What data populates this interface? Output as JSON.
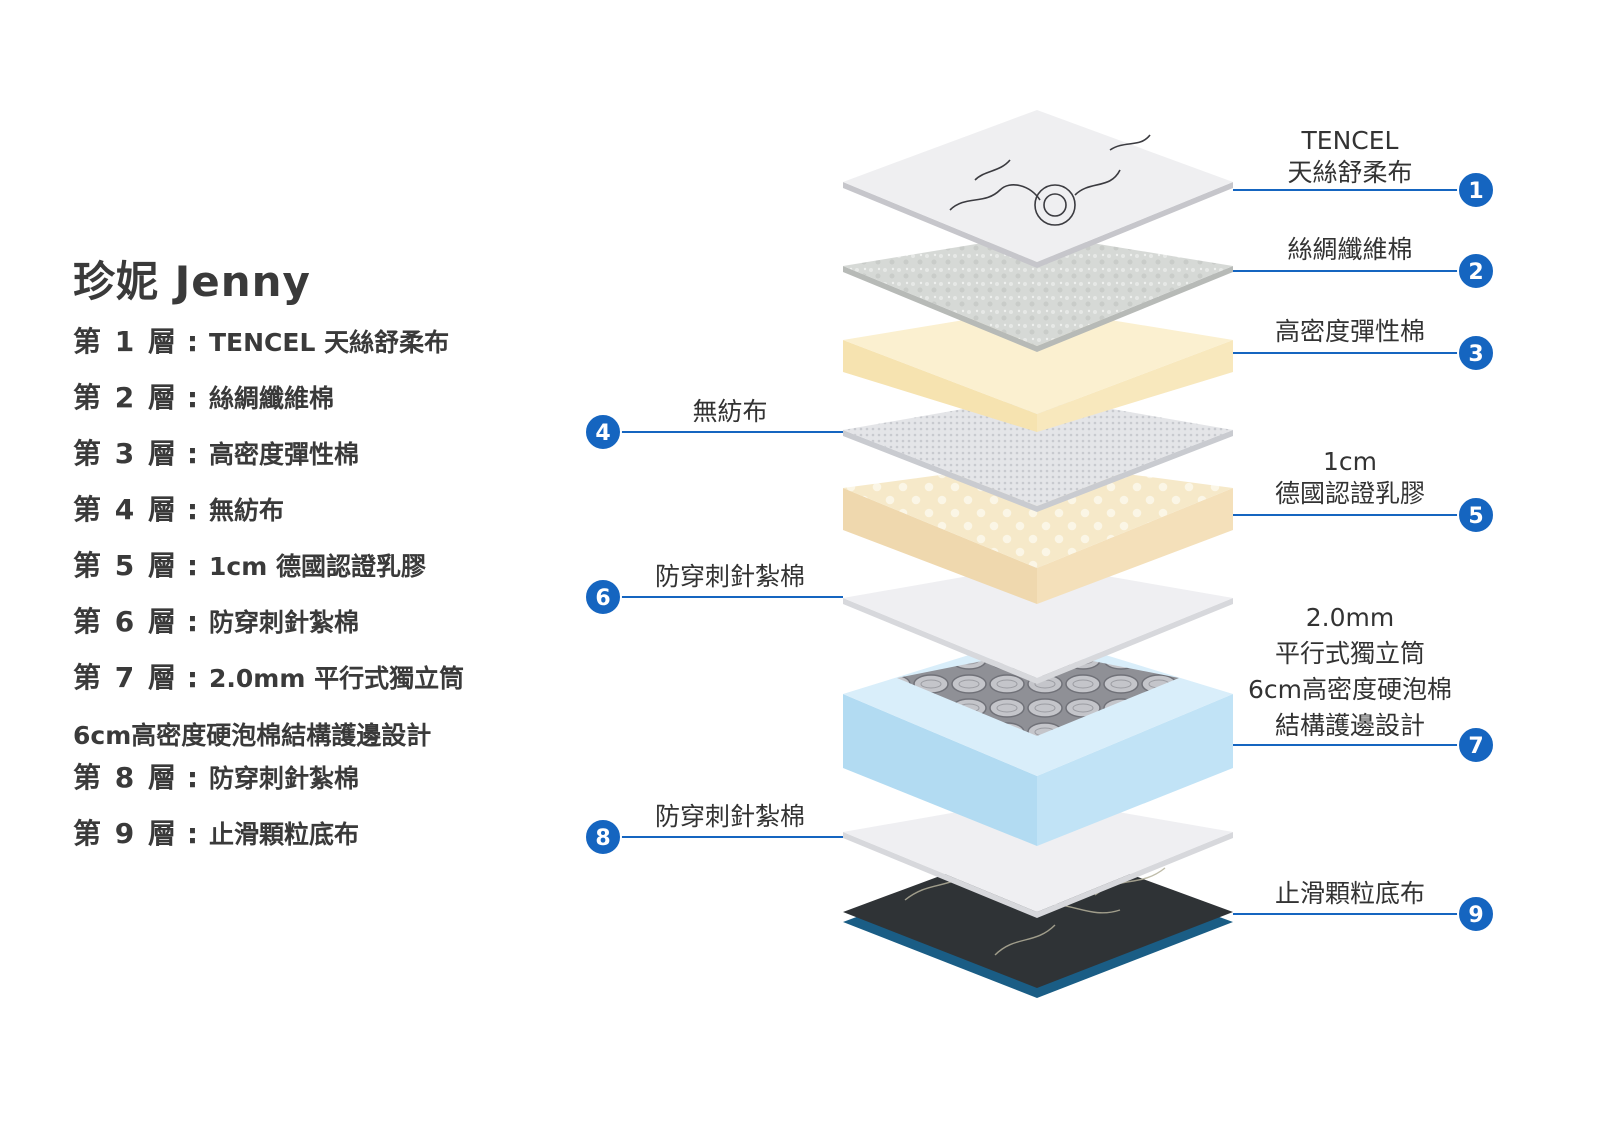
{
  "product": {
    "title": "珍妮 Jenny"
  },
  "layers": [
    {
      "label": "第 1 層",
      "sep": ":",
      "text": "TENCEL 天絲舒柔布"
    },
    {
      "label": "第 2 層",
      "sep": ":",
      "text": "絲綢纖維棉"
    },
    {
      "label": "第 3 層",
      "sep": ":",
      "text": "高密度彈性棉"
    },
    {
      "label": "第 4 層",
      "sep": ":",
      "text": "無紡布"
    },
    {
      "label": "第 5 層",
      "sep": ":",
      "text": "1cm 德國認證乳膠"
    },
    {
      "label": "第 6 層",
      "sep": ":",
      "text": "防穿刺針紮棉"
    },
    {
      "label": "第 7 層",
      "sep": ":",
      "text": "2.0mm 平行式獨立筒",
      "text_cont": "6cm高密度硬泡棉結構護邊設計"
    },
    {
      "label": "第 8 層",
      "sep": ":",
      "text": "防穿刺針紮棉"
    },
    {
      "label": "第 9 層",
      "sep": ":",
      "text": "止滑顆粒底布"
    }
  ],
  "callouts": [
    {
      "number": "1",
      "lines": [
        "TENCEL",
        "天絲舒柔布"
      ]
    },
    {
      "number": "2",
      "lines": [
        "絲綢纖維棉"
      ]
    },
    {
      "number": "3",
      "lines": [
        "高密度彈性棉"
      ]
    },
    {
      "number": "4",
      "lines": [
        "無紡布"
      ]
    },
    {
      "number": "5",
      "lines": [
        "1cm",
        "德國認證乳膠"
      ]
    },
    {
      "number": "6",
      "lines": [
        "防穿刺針紮棉"
      ]
    },
    {
      "number": "7",
      "lines": [
        "2.0mm",
        "平行式獨立筒",
        "6cm高密度硬泡棉",
        "結構護邊設計"
      ]
    },
    {
      "number": "8",
      "lines": [
        "防穿刺針紮棉"
      ]
    },
    {
      "number": "9",
      "lines": [
        "止滑顆粒底布"
      ]
    }
  ],
  "colors": {
    "accent": "#1565c0",
    "text": "#333333",
    "tencel_fabric": "#eeeeef",
    "silk_fiber": "#d8dbd8",
    "foam_side": "#f6e3b0",
    "foam_top": "#fbf0d0",
    "latex": "#f1ddb5",
    "nonwoven": "#e9eaec",
    "needle_felt": "#f2f2f4",
    "edge_foam": "#b9dff4",
    "spring": "#b0b0b5",
    "base_cloth": "#2f3336",
    "base_edge": "#1a5d85"
  },
  "icons": {
    "badge": "numbered-circle-badge"
  }
}
